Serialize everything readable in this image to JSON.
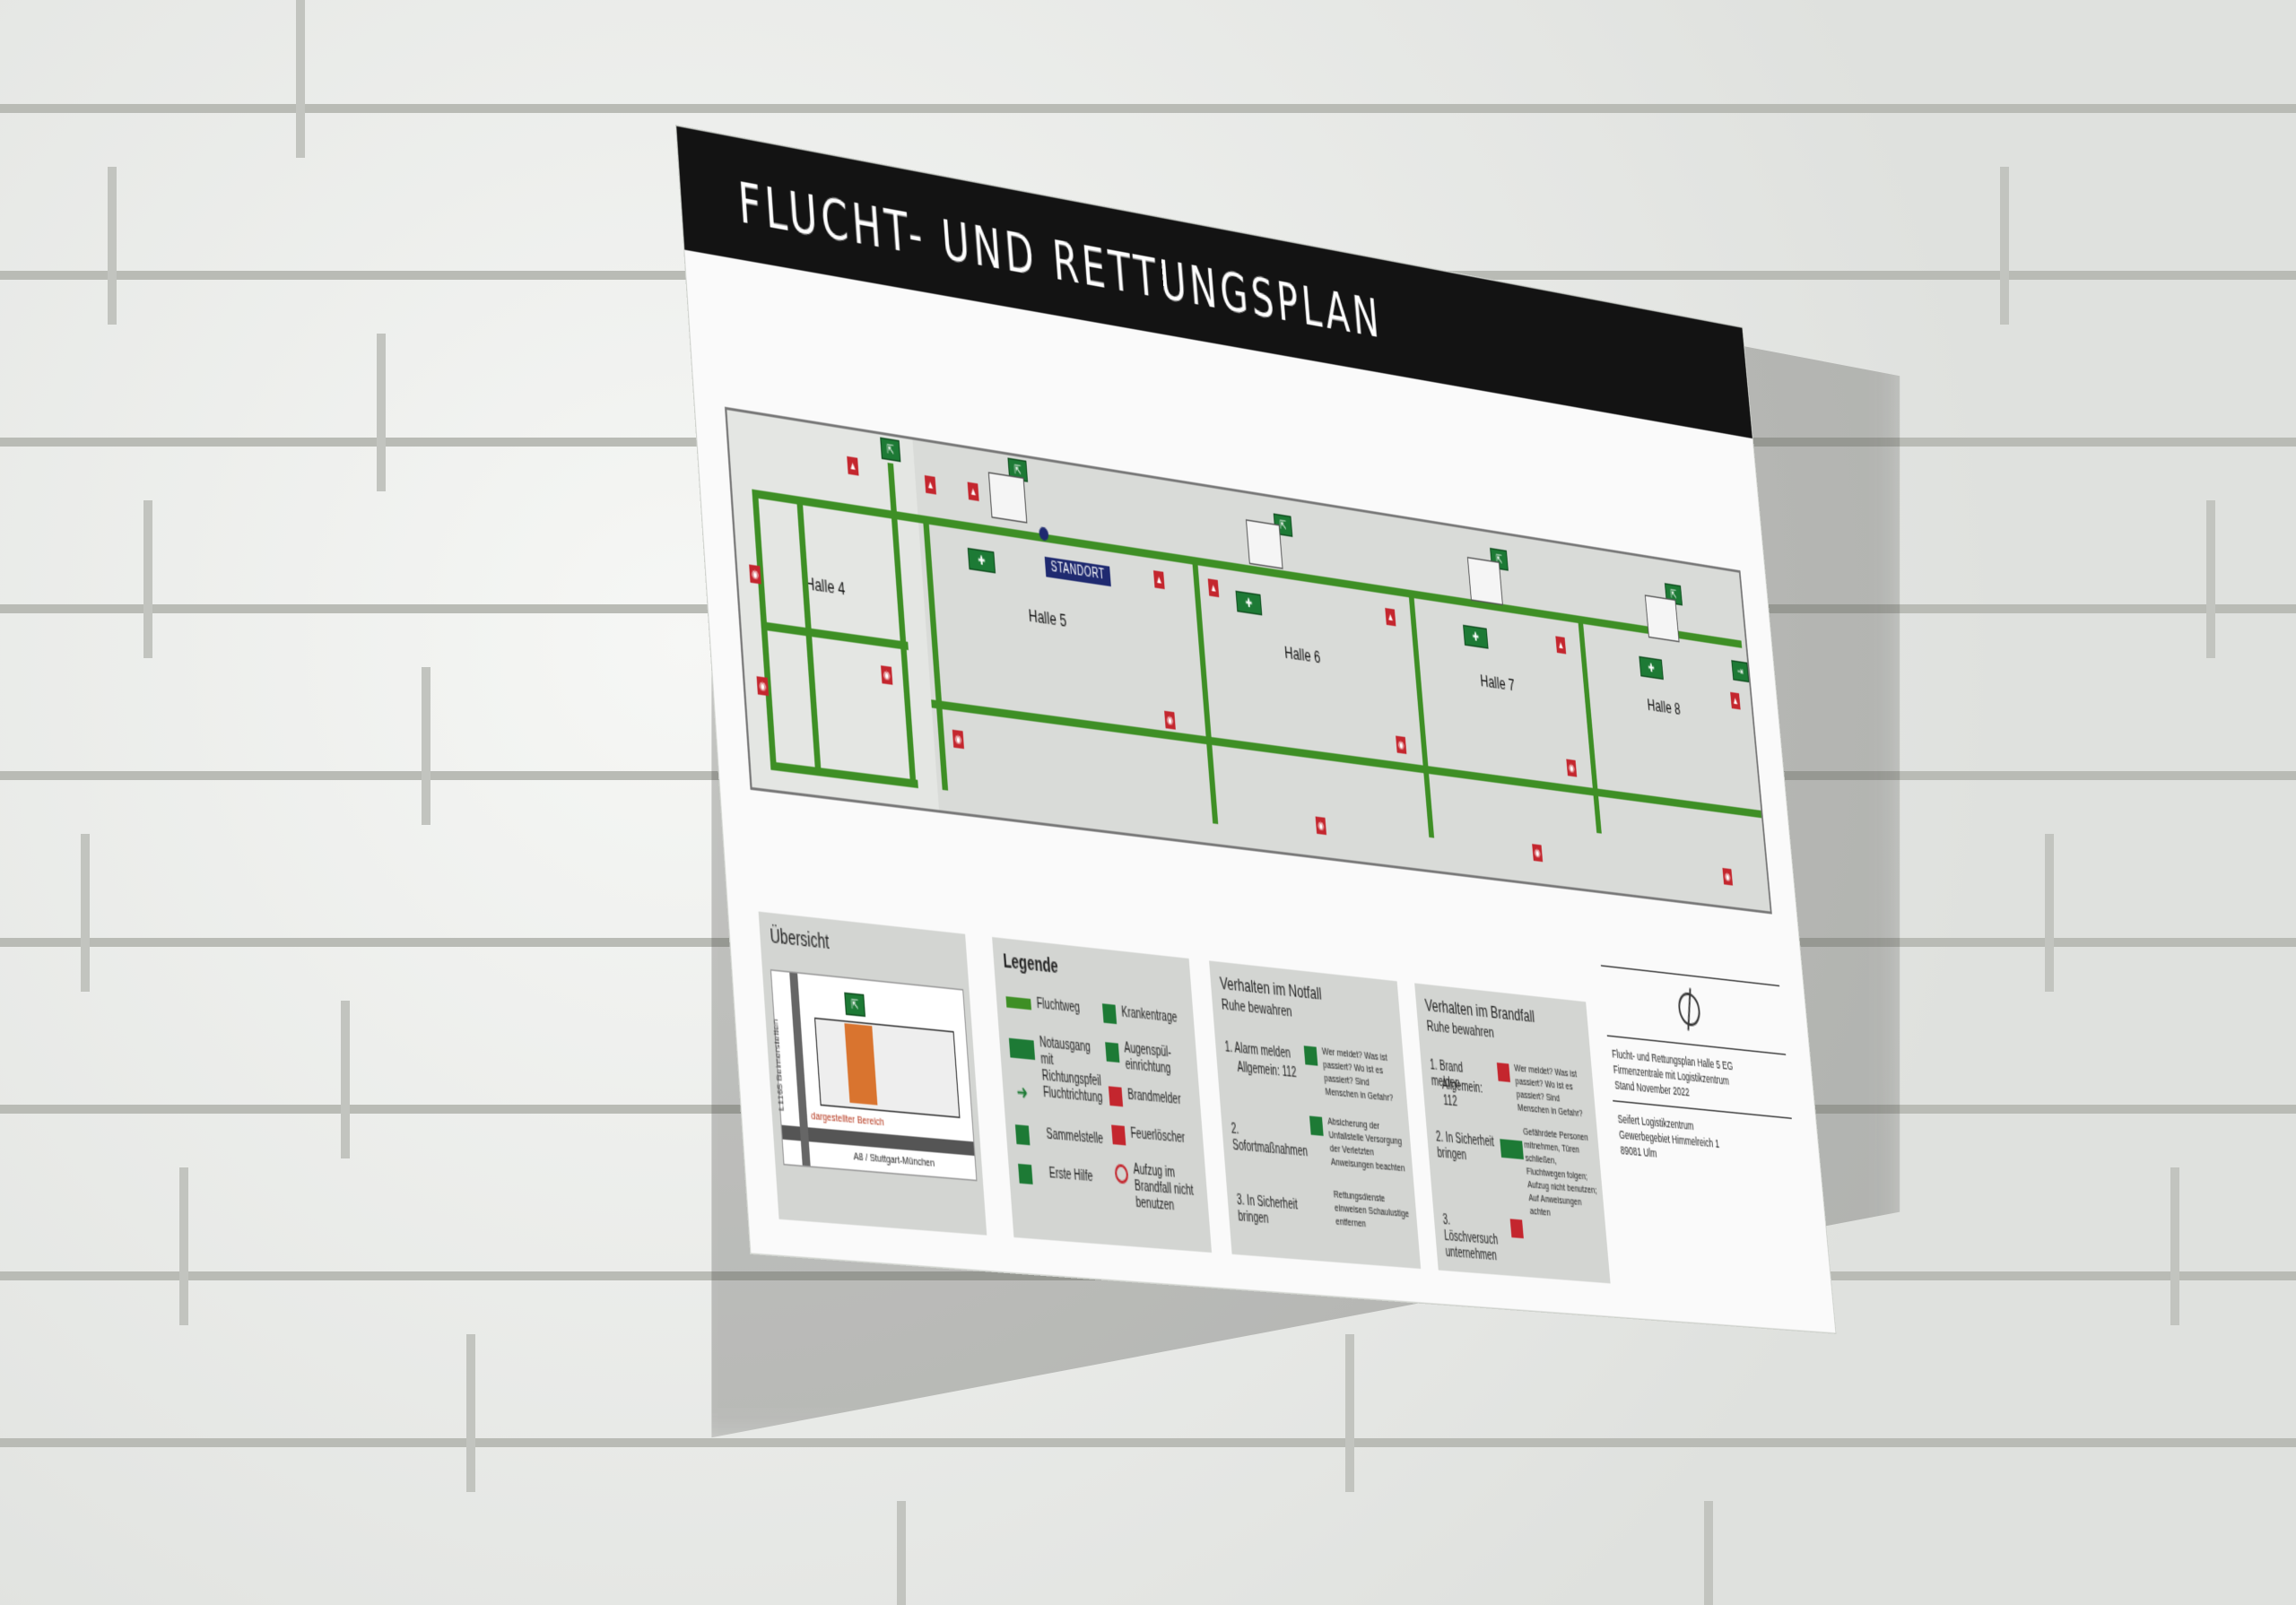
{
  "sign": {
    "title": "FLUCHT- UND RETTUNGSPLAN"
  },
  "plan": {
    "halls": [
      "Halle 4",
      "Halle 5",
      "Halle 6",
      "Halle 7",
      "Halle 8"
    ],
    "standort": "STANDORT"
  },
  "overview": {
    "title": "Übersicht",
    "area_label": "dargestellter Bereich",
    "road_a8": "A8 / Stuttgart-München",
    "road_l1165": "L1165 Beimerstetten"
  },
  "legend": {
    "title": "Legende",
    "left_items": [
      "Fluchtweg",
      "Notausgang mit Richtungspfeil",
      "Fluchtrichtung",
      "Sammelstelle",
      "Erste Hilfe"
    ],
    "right_items": [
      "Krankentrage",
      "Augenspül-einrichtung",
      "Brandmelder",
      "Feuerlöscher",
      "Aufzug im Brandfall nicht benutzen"
    ]
  },
  "notfall": {
    "title": "Verhalten im Notfall",
    "subtitle": "Ruhe bewahren",
    "step1": "1. Alarm melden",
    "step1_sub": "Allgemein: 112",
    "step1_detail": "Wer meldet? Was ist passiert? Wo ist es passiert? Sind Menschen in Gefahr?",
    "step2": "2. Sofortmaßnahmen",
    "step2_detail": "Absicherung der Unfallstelle Versorgung der Verletzten Anweisungen beachten",
    "step3": "3. In Sicherheit bringen",
    "step3_detail": "Rettungsdienste einweisen Schaulustige entfernen"
  },
  "brandfall": {
    "title": "Verhalten im Brandfall",
    "subtitle": "Ruhe bewahren",
    "step1": "1. Brand melden",
    "step1_sub": "Allgemein: 112",
    "step1_detail": "Wer meldet? Was ist passiert? Wo ist es passiert? Sind Menschen in Gefahr?",
    "step2": "2. In Sicherheit bringen",
    "step2_detail": "Gefährdete Personen mitnehmen, Türen schließen, Fluchtwegen folgen; Aufzug nicht benutzen; Auf Anweisungen achten",
    "step3": "3. Löschversuch unternehmen"
  },
  "info": {
    "line1": "Flucht- und Rettungsplan Halle 5 EG",
    "line2": "Firmenzentrale mit Logistikzentrum",
    "line3": "Stand November 2022",
    "company1": "Seifert Logistikzentrum",
    "company2": "Gewerbegebiet Himmelreich 1",
    "company3": "89081 Ulm"
  },
  "colors": {
    "route_green": "#3e8f25",
    "exit_green": "#1d7a35",
    "fire_red": "#c4262e",
    "standort_blue": "#1f2a70",
    "header_black": "#131313",
    "overview_highlight": "#d9742f"
  }
}
